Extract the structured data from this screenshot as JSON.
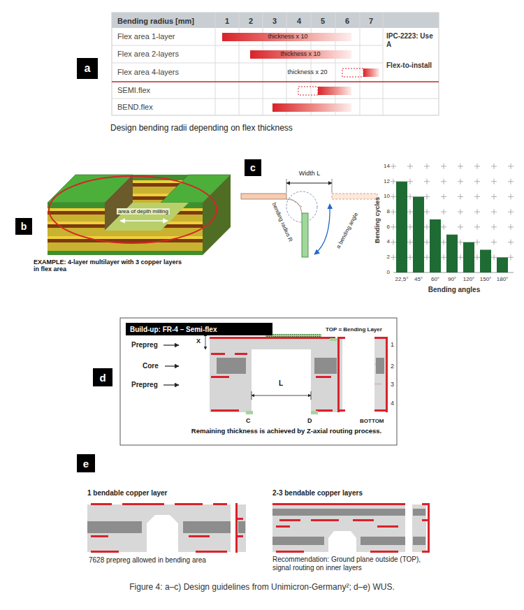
{
  "diagram": {
    "caption": "Figure 4: a–c) Design guidelines from Unimicron-Germany²; d–e) WUS.",
    "nodes": [
      {
        "text": [
          "a"
        ]
      },
      {
        "text": [
          "b"
        ]
      },
      {
        "text": [
          "c"
        ]
      },
      {
        "text": [
          "d"
        ]
      },
      {
        "text": [
          "Build-up: FR-4 – Semi-flex"
        ]
      },
      {
        "text": [
          "e"
        ]
      }
    ],
    "labels": [
      "Bending radius [mm]",
      "1",
      "2",
      "3",
      "4",
      "5",
      "6",
      "7",
      "Flex area 1-layer",
      "thickness x 10",
      "Flex area 2-layers",
      "thickness x 10",
      "Flex area 4-layers",
      "thickness x 20",
      "SEMI.flex",
      "BEND.flex",
      "IPC-2223: Use A",
      "Flex-to-install",
      "Design bending radii depending on flex thickness",
      "area of depth milling",
      "EXAMPLE: 4-layer multilayer with 3 copper layers in flex area",
      "Width L",
      "bending radius R",
      "α bending angle",
      "14",
      "12",
      "10",
      "8",
      "6",
      "4",
      "2",
      "0",
      "Bending cycles",
      "22,5°",
      "45°",
      "60°",
      "90°",
      "120°",
      "150°",
      "180°",
      "Bending angles",
      "TOP = Bending Layer",
      "X",
      "Prepreg",
      "Core",
      "Prepreg",
      "1",
      "2",
      "3",
      "4",
      "L",
      "C",
      "D",
      "BOTTOM",
      "Remaining thickness is achieved by Z-axial routing process.",
      "1 bendable copper layer",
      "7628 prepreg allowed in bending area",
      "2-3 bendable copper layers",
      "Recommendation: Ground plane outside (TOP), signal routing on inner layers"
    ]
  }
}
